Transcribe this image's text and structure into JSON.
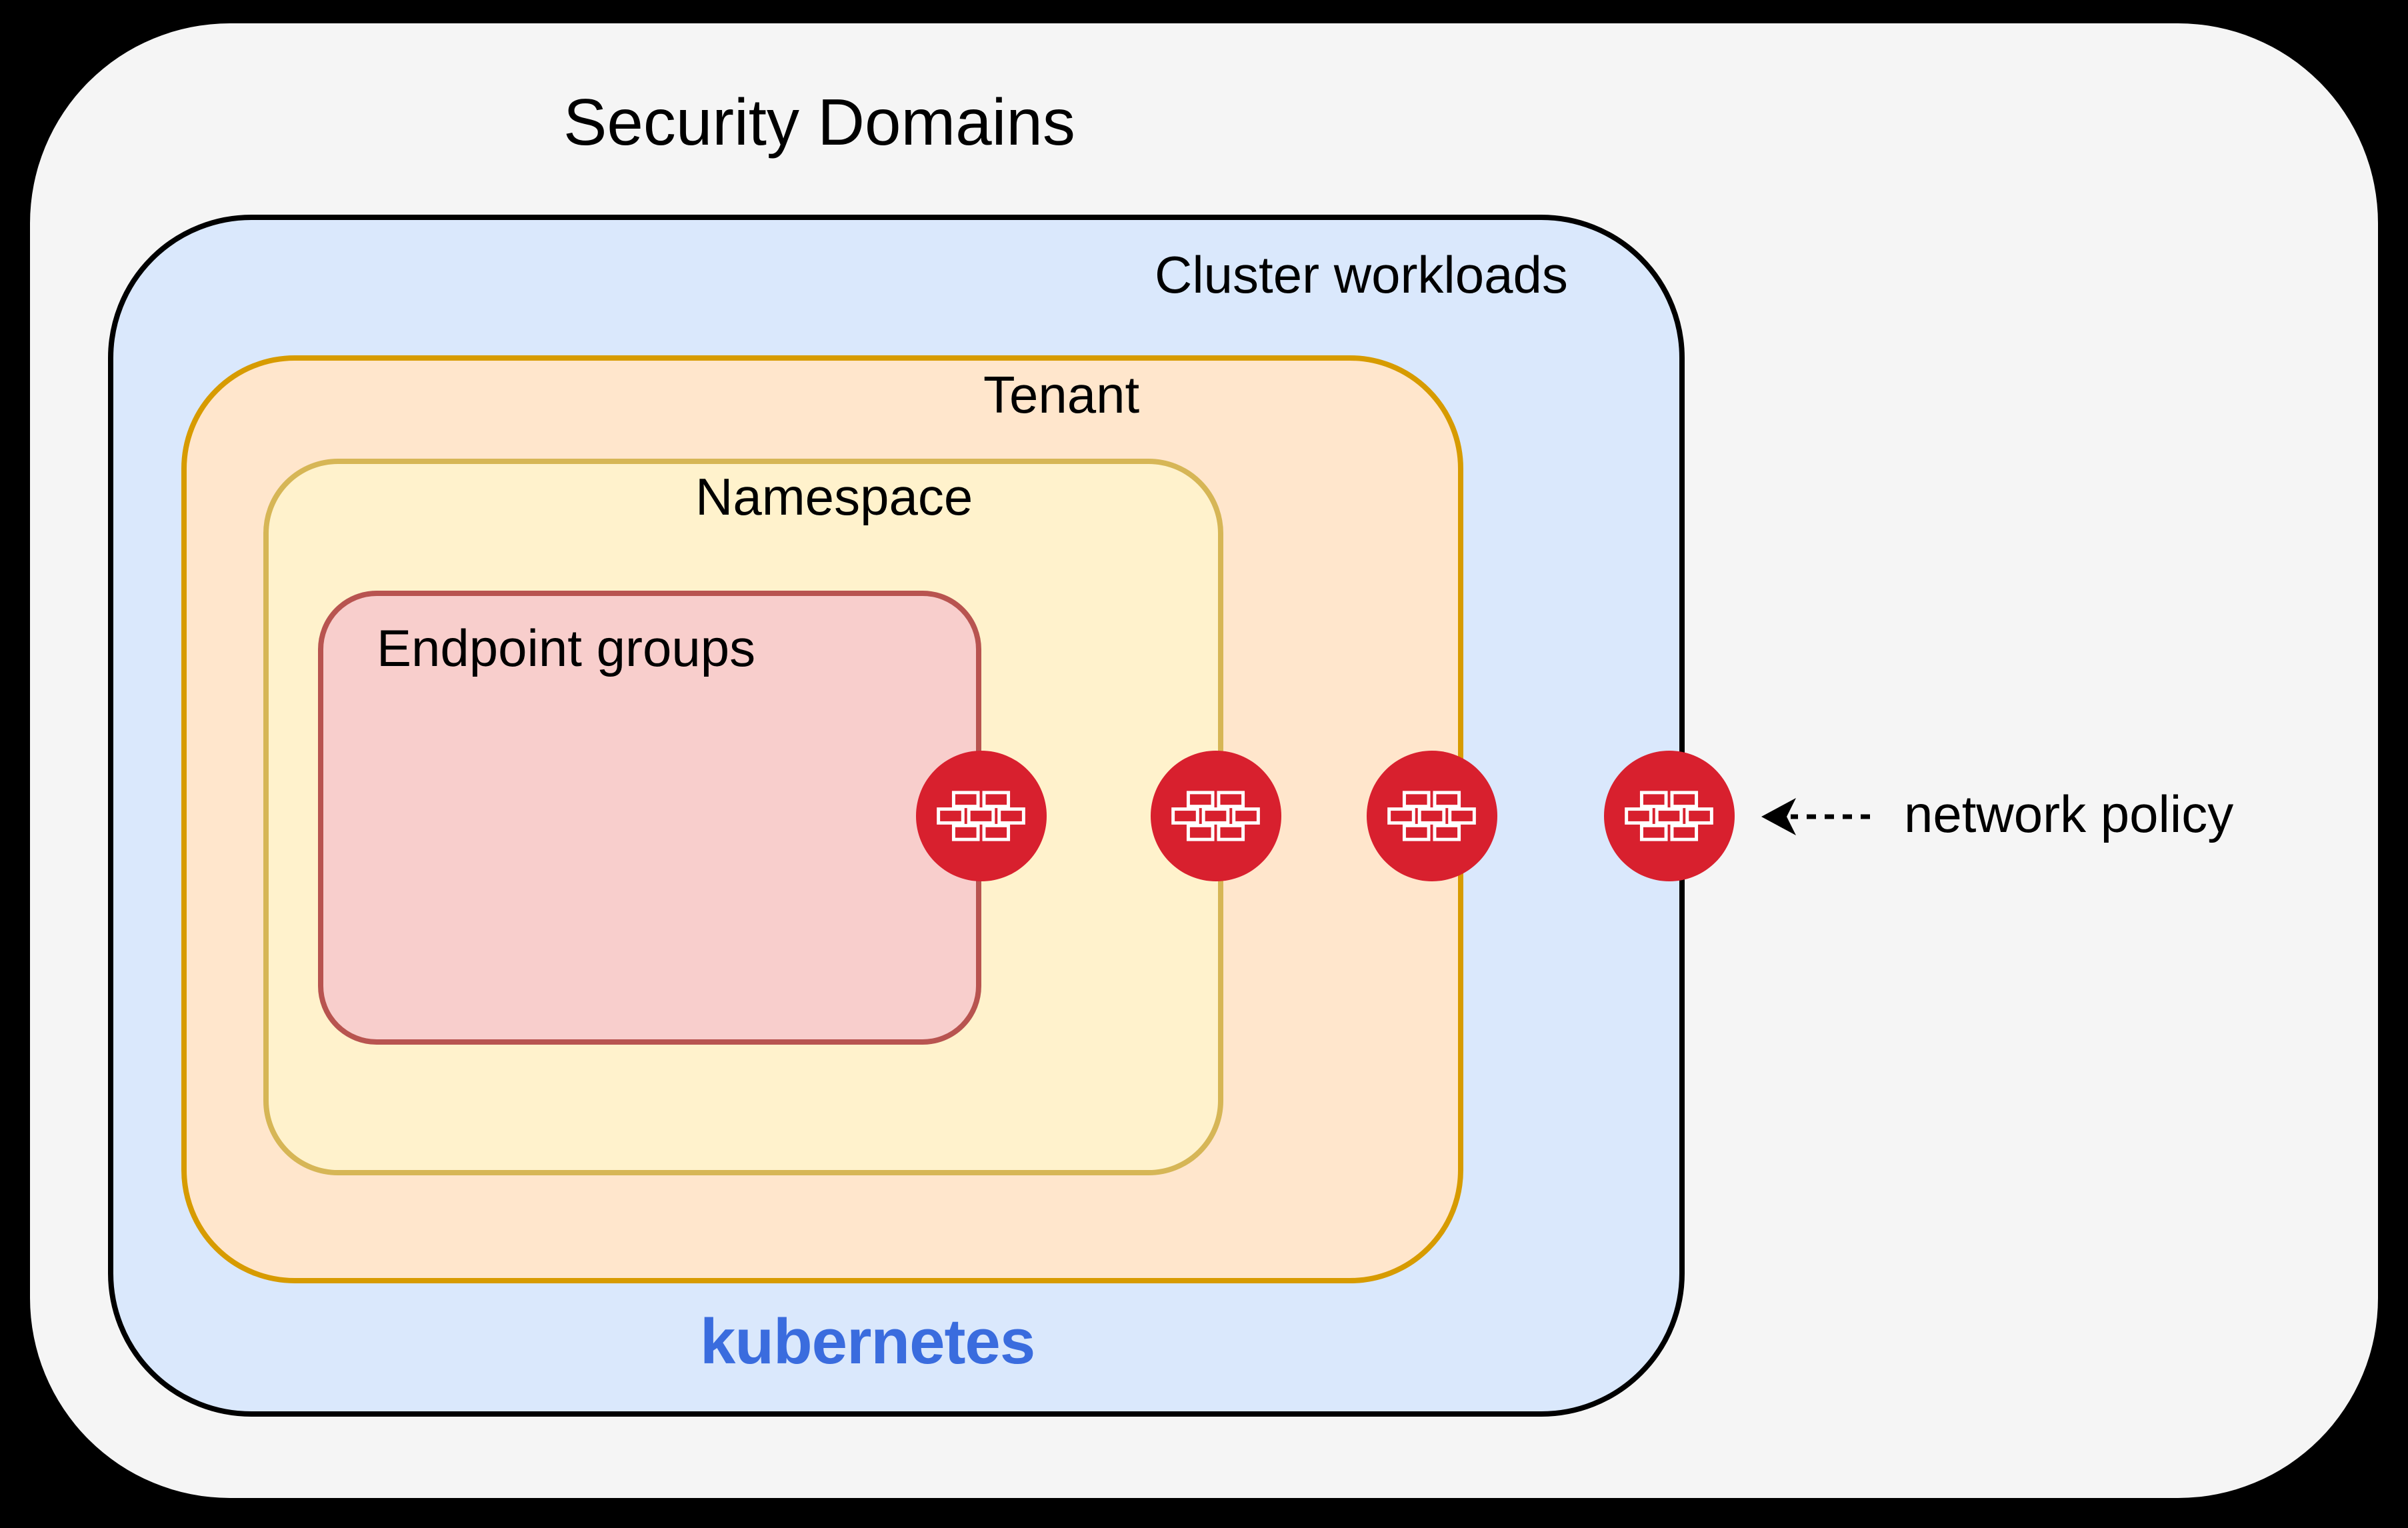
{
  "diagram": {
    "title": "Security Domains",
    "cluster": {
      "label": "Cluster workloads",
      "wordmark": "kubernetes",
      "fill": "#DAE8FC",
      "stroke": "#000000"
    },
    "tenant": {
      "label": "Tenant",
      "fill": "#FFE6CC",
      "stroke": "#D79B00"
    },
    "namespace": {
      "label": "Namespace",
      "fill": "#FFF2CC",
      "stroke": "#D6B656"
    },
    "endpoint_groups": {
      "label": "Endpoint groups",
      "fill": "#F8CECC",
      "stroke": "#B85450"
    },
    "network_policy": {
      "label": "network policy",
      "arrow_style": "dashed-left"
    },
    "firewall_icons": {
      "icon": "firewall-brick-wall",
      "count": 4,
      "color": "#D8202E",
      "brick_outline": "#FFFFFF"
    },
    "colors": {
      "page_background": "#000000",
      "panel_background": "#F5F5F5",
      "kubernetes_blue": "#3A6CDE",
      "text": "#000000"
    }
  }
}
